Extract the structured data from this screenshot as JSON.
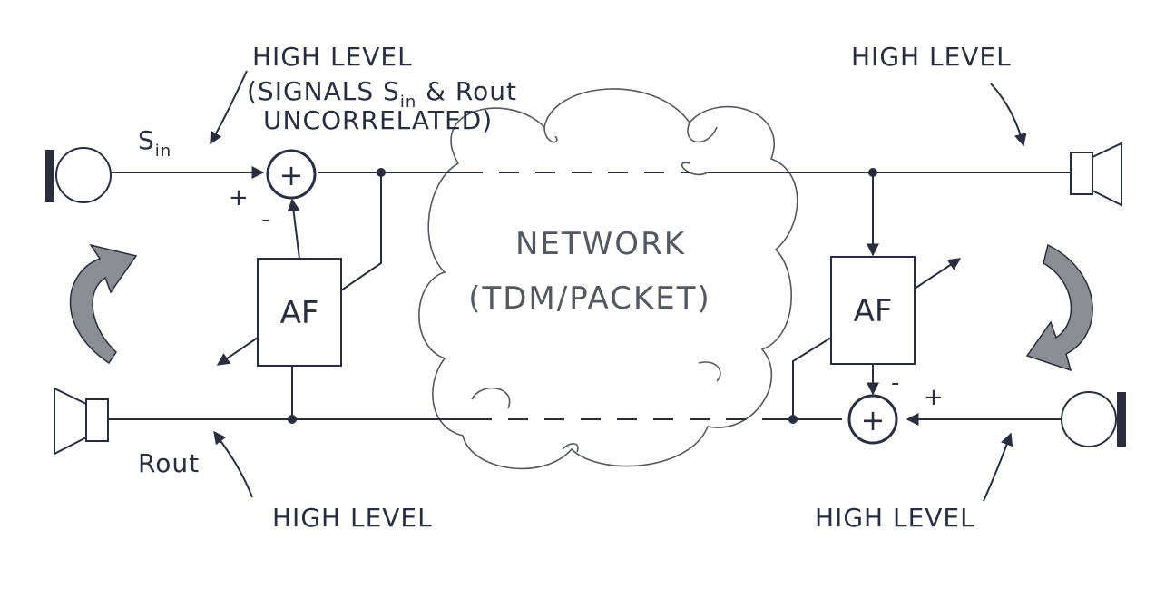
{
  "labels": {
    "top_left_high": "HIGH LEVEL",
    "top_left_note_1": "(SIGNALS S",
    "top_left_note_sub": "in",
    "top_left_note_2": " & Rout",
    "top_left_note_3": "UNCORRELATED)",
    "top_right_high": "HIGH LEVEL",
    "bottom_left_high": "HIGH LEVEL",
    "bottom_right_high": "HIGH LEVEL",
    "sin": "S",
    "sin_sub": "in",
    "rout": "Rout",
    "network_line1": "NETWORK",
    "network_line2": "(TDM/PACKET)",
    "af_left": "AF",
    "af_right": "AF",
    "plus": "+",
    "minus": "-",
    "adder": "+"
  },
  "colors": {
    "ink": "#2a2d3e",
    "cloud": "#555860",
    "arrow_fill": "#8b8d93"
  }
}
